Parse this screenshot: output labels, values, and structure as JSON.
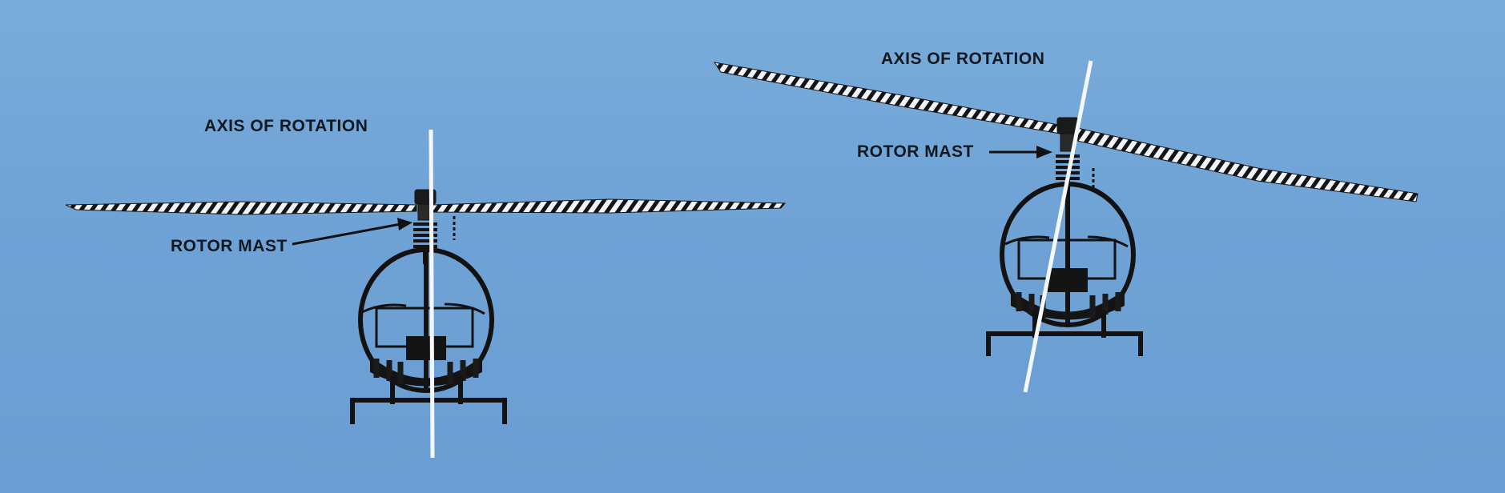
{
  "left_figure": {
    "axis_label": "AXIS OF ROTATION",
    "mast_label": "ROTOR MAST"
  },
  "right_figure": {
    "axis_label": "AXIS OF ROTATION",
    "mast_label": "ROTOR MAST"
  },
  "colors": {
    "background": "#6fa3d6",
    "ink": "#111418",
    "axis_line": "#f4f8fc",
    "blade_light": "#eef4fa"
  }
}
